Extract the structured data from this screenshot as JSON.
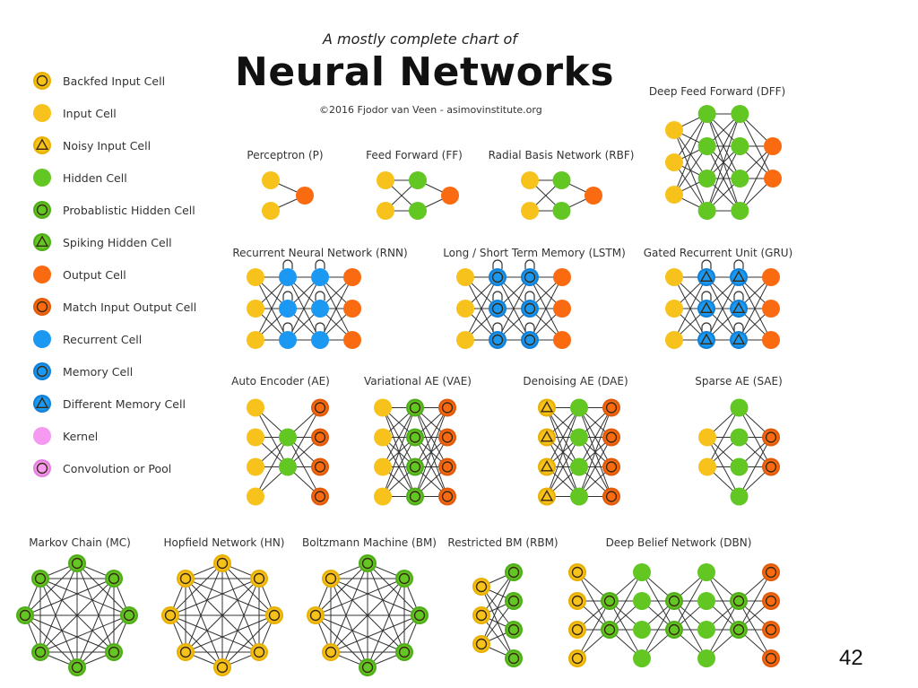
{
  "header": {
    "subtitle": "A mostly complete chart of",
    "title": "Neural Networks",
    "credit": "©2016 Fjodor van Veen - asimovinstitute.org"
  },
  "page_number": "42",
  "cell_types": {
    "backfed_input": {
      "fill": "#f7c21c",
      "ring": "#e8b000",
      "mark": "circle"
    },
    "input": {
      "fill": "#f7c21c",
      "ring": null,
      "mark": null
    },
    "noisy_input": {
      "fill": "#f7c21c",
      "ring": "#e8b000",
      "mark": "triangle"
    },
    "hidden": {
      "fill": "#62c623",
      "ring": null,
      "mark": null
    },
    "probabilistic_hidden": {
      "fill": "#62c623",
      "ring": "#4fae18",
      "mark": "circle"
    },
    "spiking_hidden": {
      "fill": "#62c623",
      "ring": "#4fae18",
      "mark": "triangle"
    },
    "output": {
      "fill": "#fa6a10",
      "ring": null,
      "mark": null
    },
    "match_io": {
      "fill": "#fa6a10",
      "ring": "#e05a0a",
      "mark": "circle"
    },
    "recurrent": {
      "fill": "#1a98f2",
      "ring": null,
      "mark": null
    },
    "memory": {
      "fill": "#1a98f2",
      "ring": "#1080d8",
      "mark": "circle"
    },
    "diff_memory": {
      "fill": "#1a98f2",
      "ring": "#1080d8",
      "mark": "triangle"
    },
    "kernel": {
      "fill": "#f59af0",
      "ring": null,
      "mark": null
    },
    "conv_pool": {
      "fill": "#f59af0",
      "ring": "#e080e0",
      "mark": "circle"
    }
  },
  "legend": [
    {
      "type": "backfed_input",
      "label": "Backfed Input Cell"
    },
    {
      "type": "input",
      "label": "Input Cell"
    },
    {
      "type": "noisy_input",
      "label": "Noisy Input Cell"
    },
    {
      "type": "hidden",
      "label": "Hidden Cell"
    },
    {
      "type": "probabilistic_hidden",
      "label": "Probablistic Hidden Cell"
    },
    {
      "type": "spiking_hidden",
      "label": "Spiking Hidden Cell"
    },
    {
      "type": "output",
      "label": "Output Cell"
    },
    {
      "type": "match_io",
      "label": "Match Input Output Cell"
    },
    {
      "type": "recurrent",
      "label": "Recurrent Cell"
    },
    {
      "type": "memory",
      "label": "Memory Cell"
    },
    {
      "type": "diff_memory",
      "label": "Different Memory Cell"
    },
    {
      "type": "kernel",
      "label": "Kernel"
    },
    {
      "type": "conv_pool",
      "label": "Convolution or Pool"
    }
  ],
  "networks": [
    {
      "id": "p",
      "label": "Perceptron (P)",
      "kind": "layered",
      "layers": [
        [
          "input",
          "input"
        ],
        [
          "output"
        ]
      ]
    },
    {
      "id": "ff",
      "label": "Feed Forward (FF)",
      "kind": "layered",
      "layers": [
        [
          "input",
          "input"
        ],
        [
          "hidden",
          "hidden"
        ],
        [
          "output"
        ]
      ]
    },
    {
      "id": "rbf",
      "label": "Radial Basis Network (RBF)",
      "kind": "layered",
      "layers": [
        [
          "input",
          "input"
        ],
        [
          "hidden",
          "hidden"
        ],
        [
          "output"
        ]
      ]
    },
    {
      "id": "dff",
      "label": "Deep Feed Forward (DFF)",
      "kind": "layered",
      "layers": [
        [
          "input",
          "input",
          "input"
        ],
        [
          "hidden",
          "hidden",
          "hidden",
          "hidden"
        ],
        [
          "hidden",
          "hidden",
          "hidden",
          "hidden"
        ],
        [
          "output",
          "output"
        ]
      ]
    },
    {
      "id": "rnn",
      "label": "Recurrent Neural Network (RNN)",
      "kind": "layered",
      "loops": true,
      "layers": [
        [
          "input",
          "input",
          "input"
        ],
        [
          "recurrent",
          "recurrent",
          "recurrent"
        ],
        [
          "recurrent",
          "recurrent",
          "recurrent"
        ],
        [
          "output",
          "output",
          "output"
        ]
      ]
    },
    {
      "id": "lstm",
      "label": "Long / Short Term Memory (LSTM)",
      "kind": "layered",
      "loops": true,
      "layers": [
        [
          "input",
          "input",
          "input"
        ],
        [
          "memory",
          "memory",
          "memory"
        ],
        [
          "memory",
          "memory",
          "memory"
        ],
        [
          "output",
          "output",
          "output"
        ]
      ]
    },
    {
      "id": "gru",
      "label": "Gated Recurrent Unit (GRU)",
      "kind": "layered",
      "loops": true,
      "layers": [
        [
          "input",
          "input",
          "input"
        ],
        [
          "diff_memory",
          "diff_memory",
          "diff_memory"
        ],
        [
          "diff_memory",
          "diff_memory",
          "diff_memory"
        ],
        [
          "output",
          "output",
          "output"
        ]
      ]
    },
    {
      "id": "ae",
      "label": "Auto Encoder (AE)",
      "kind": "layered",
      "layers": [
        [
          "input",
          "input",
          "input",
          "input"
        ],
        [
          "hidden",
          "hidden"
        ],
        [
          "match_io",
          "match_io",
          "match_io",
          "match_io"
        ]
      ]
    },
    {
      "id": "vae",
      "label": "Variational AE (VAE)",
      "kind": "layered",
      "layers": [
        [
          "input",
          "input",
          "input",
          "input"
        ],
        [
          "probabilistic_hidden",
          "probabilistic_hidden",
          "probabilistic_hidden",
          "probabilistic_hidden"
        ],
        [
          "match_io",
          "match_io",
          "match_io",
          "match_io"
        ]
      ]
    },
    {
      "id": "dae",
      "label": "Denoising AE (DAE)",
      "kind": "layered",
      "layers": [
        [
          "noisy_input",
          "noisy_input",
          "noisy_input",
          "noisy_input"
        ],
        [
          "hidden",
          "hidden",
          "hidden",
          "hidden"
        ],
        [
          "match_io",
          "match_io",
          "match_io",
          "match_io"
        ]
      ]
    },
    {
      "id": "sae",
      "label": "Sparse AE (SAE)",
      "kind": "layered",
      "layers": [
        [
          "input",
          "input"
        ],
        [
          "hidden",
          "hidden",
          "hidden",
          "hidden"
        ],
        [
          "match_io",
          "match_io"
        ]
      ]
    },
    {
      "id": "mc",
      "label": "Markov Chain (MC)",
      "kind": "ring",
      "nodes": [
        "probabilistic_hidden",
        "probabilistic_hidden",
        "probabilistic_hidden",
        "probabilistic_hidden",
        "probabilistic_hidden",
        "probabilistic_hidden",
        "probabilistic_hidden",
        "probabilistic_hidden"
      ]
    },
    {
      "id": "hn",
      "label": "Hopfield Network (HN)",
      "kind": "ring",
      "nodes": [
        "backfed_input",
        "backfed_input",
        "backfed_input",
        "backfed_input",
        "backfed_input",
        "backfed_input",
        "backfed_input",
        "backfed_input"
      ]
    },
    {
      "id": "bm",
      "label": "Boltzmann Machine (BM)",
      "kind": "ring",
      "nodes": [
        "probabilistic_hidden",
        "probabilistic_hidden",
        "probabilistic_hidden",
        "probabilistic_hidden",
        "probabilistic_hidden",
        "backfed_input",
        "backfed_input",
        "backfed_input"
      ]
    },
    {
      "id": "rbm",
      "label": "Restricted BM (RBM)",
      "kind": "layered",
      "layers": [
        [
          "backfed_input",
          "backfed_input",
          "backfed_input"
        ],
        [
          "probabilistic_hidden",
          "probabilistic_hidden",
          "probabilistic_hidden",
          "probabilistic_hidden"
        ]
      ]
    },
    {
      "id": "dbn",
      "label": "Deep Belief Network (DBN)",
      "kind": "layered",
      "layers": [
        [
          "backfed_input",
          "backfed_input",
          "backfed_input",
          "backfed_input"
        ],
        [
          "probabilistic_hidden",
          "probabilistic_hidden"
        ],
        [
          "hidden",
          "hidden",
          "hidden",
          "hidden"
        ],
        [
          "probabilistic_hidden",
          "probabilistic_hidden"
        ],
        [
          "hidden",
          "hidden",
          "hidden",
          "hidden"
        ],
        [
          "probabilistic_hidden",
          "probabilistic_hidden"
        ],
        [
          "match_io",
          "match_io",
          "match_io",
          "match_io"
        ]
      ]
    }
  ]
}
